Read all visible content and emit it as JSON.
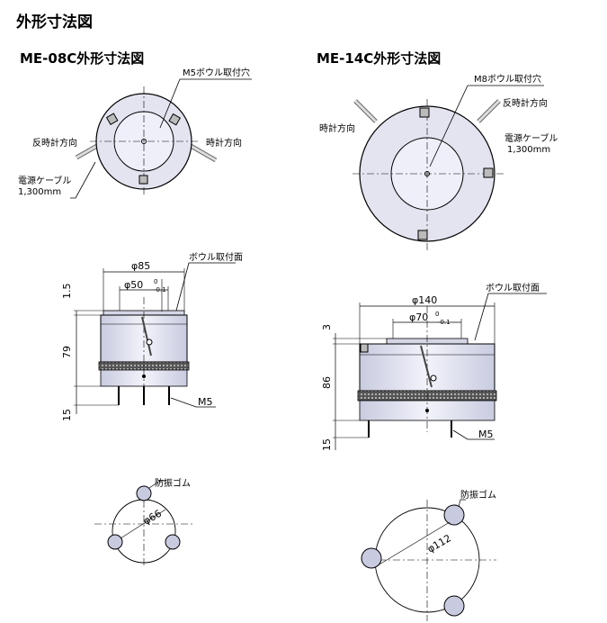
{
  "page_title": "外形寸法図",
  "left": {
    "title": "ME-08C外形寸法図",
    "top_view": {
      "bolt_hole": "M5ボウル取付穴",
      "ccw": "反時計方向",
      "cw": "時計方向",
      "cable": "電源ケーブル",
      "cable_len": "1,300mm"
    },
    "side_view": {
      "mount_face": "ボウル取付面",
      "dia_outer": "φ85",
      "dia_inner": "φ50",
      "dia_inner_tol": "0",
      "dia_inner_tol2": "-0.1",
      "h1": "1.5",
      "h2": "79",
      "h3": "15",
      "thread": "M5"
    },
    "base_view": {
      "rubber": "防振ゴム",
      "pcd": "φ66"
    }
  },
  "right": {
    "title": "ME-14C外形寸法図",
    "top_view": {
      "bolt_hole": "M8ボウル取付穴",
      "ccw": "反時計方向",
      "cw": "時計方向",
      "cable": "電源ケーブル",
      "cable_len": "1,300mm"
    },
    "side_view": {
      "mount_face": "ボウル取付面",
      "dia_outer": "φ140",
      "dia_inner": "φ70",
      "dia_inner_tol": "0",
      "dia_inner_tol2": "-0.1",
      "h1": "3",
      "h2": "86",
      "h3": "15",
      "thread": "M5"
    },
    "base_view": {
      "rubber": "防振ゴム",
      "pcd": "φ112"
    }
  }
}
